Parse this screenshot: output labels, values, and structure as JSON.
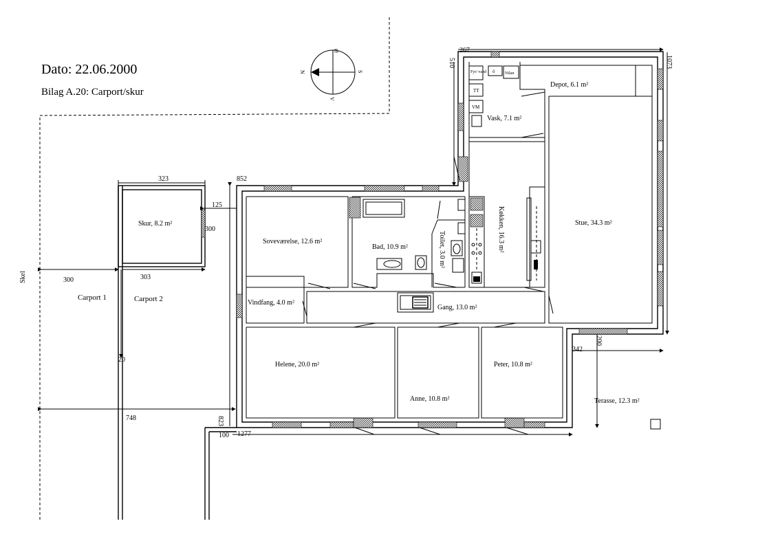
{
  "header": {
    "date": "Dato: 22.06.2000",
    "subtitle": "Bilag A.20: Carport/skur"
  },
  "compass": {
    "n": "N",
    "s": "S",
    "e": "Ø",
    "w": "V"
  },
  "rooms": {
    "skur": "Skur, 8.2 m²",
    "carport1": "Carport 1",
    "carport2": "Carport 2",
    "sovevaerelse": "Soveværelse, 12.6 m²",
    "bad": "Bad, 10.9 m²",
    "toilet": "Toilet, 3.0 m²",
    "koekken": "Køkken, 16.3 m²",
    "stue": "Stue, 34.3 m²",
    "depot": "Depot, 6.1 m²",
    "vask": "Vask, 7.1 m²",
    "vindfang": "Vindfang, 4.0 m²",
    "gang": "Gang, 13.0 m²",
    "helene": "Helene, 20.0 m²",
    "anne": "Anne, 10.8 m²",
    "peter": "Peter, 10.8 m²",
    "terasse": "Terasse, 12.3 m²"
  },
  "fixtures": {
    "fryser": "Fyr/ vand",
    "nilan": "Nilan",
    "tt": "TT",
    "vm": "VM",
    "o": "ö"
  },
  "boundary": {
    "skel": "Skel"
  },
  "dimensions": {
    "d323": "323",
    "d852": "852",
    "d125": "125",
    "d300_shed": "300",
    "d300_carport": "300",
    "d303": "303",
    "d20": "20",
    "d748": "748",
    "d100": "100",
    "d1277": "1277",
    "d823": "823",
    "d267": "267",
    "d510": "510",
    "d1073": "1073",
    "d342": "342",
    "d200": "200"
  }
}
